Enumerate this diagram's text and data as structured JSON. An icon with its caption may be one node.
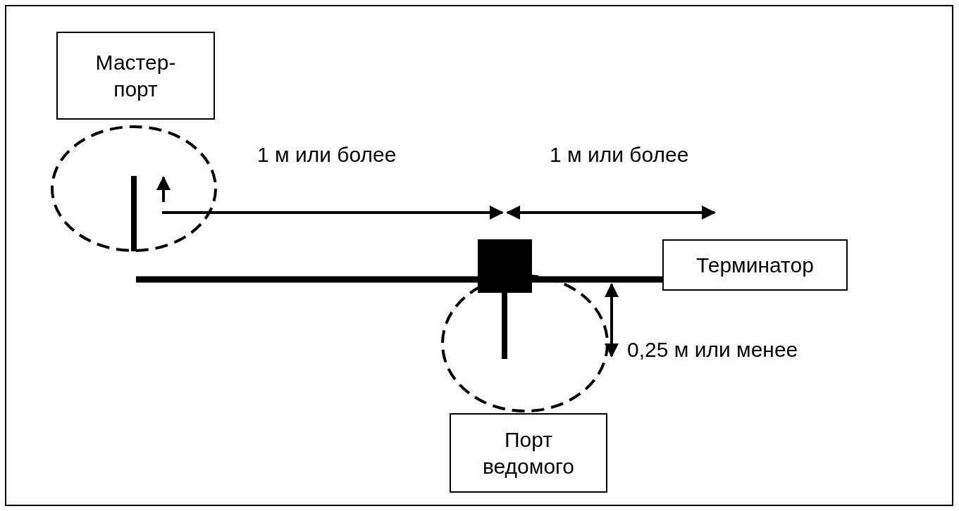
{
  "diagram": {
    "nodes": [
      {
        "text": [
          "Мастер-порт"
        ]
      },
      {
        "text": [
          "Терминатор"
        ]
      },
      {
        "text": [
          "Порт ведомого"
        ]
      }
    ],
    "labels": [
      "1 м или более",
      "1 м или более",
      "0,25 м или менее"
    ]
  }
}
